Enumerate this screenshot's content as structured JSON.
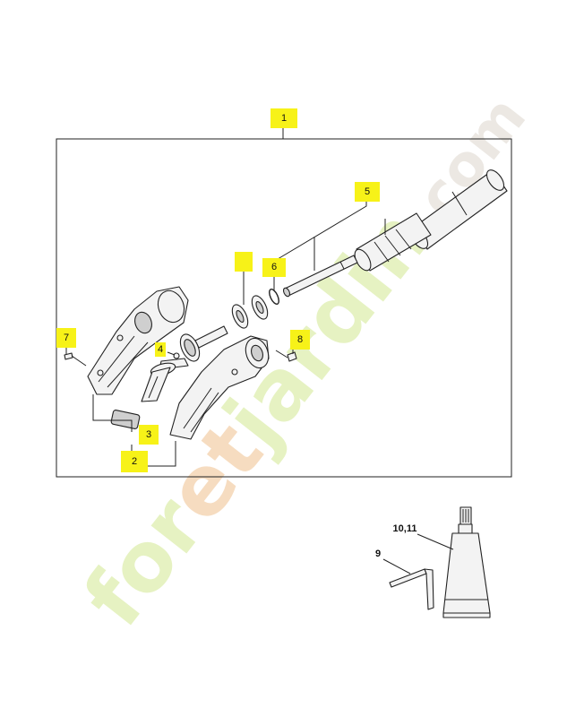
{
  "watermark": {
    "parts": [
      {
        "text": "for",
        "color": "#e6f2c2"
      },
      {
        "text": "et",
        "color": "#f6dcc0"
      },
      {
        "text": "jardin",
        "color": "#e6f2c2"
      },
      {
        "text": ".com",
        "color": "#ece8e3"
      }
    ]
  },
  "callouts": {
    "c1": "1",
    "c5": "5",
    "c_blank": "",
    "c6": "6",
    "c7": "7",
    "c4": "4",
    "c8": "8",
    "c3": "3",
    "c2": "2"
  },
  "accessory_labels": {
    "grease_tube": "10,11",
    "hex_key": "9"
  },
  "colors": {
    "callout_fill": "#f7f218",
    "line": "#222222",
    "part_fill": "#f3f3f3"
  }
}
